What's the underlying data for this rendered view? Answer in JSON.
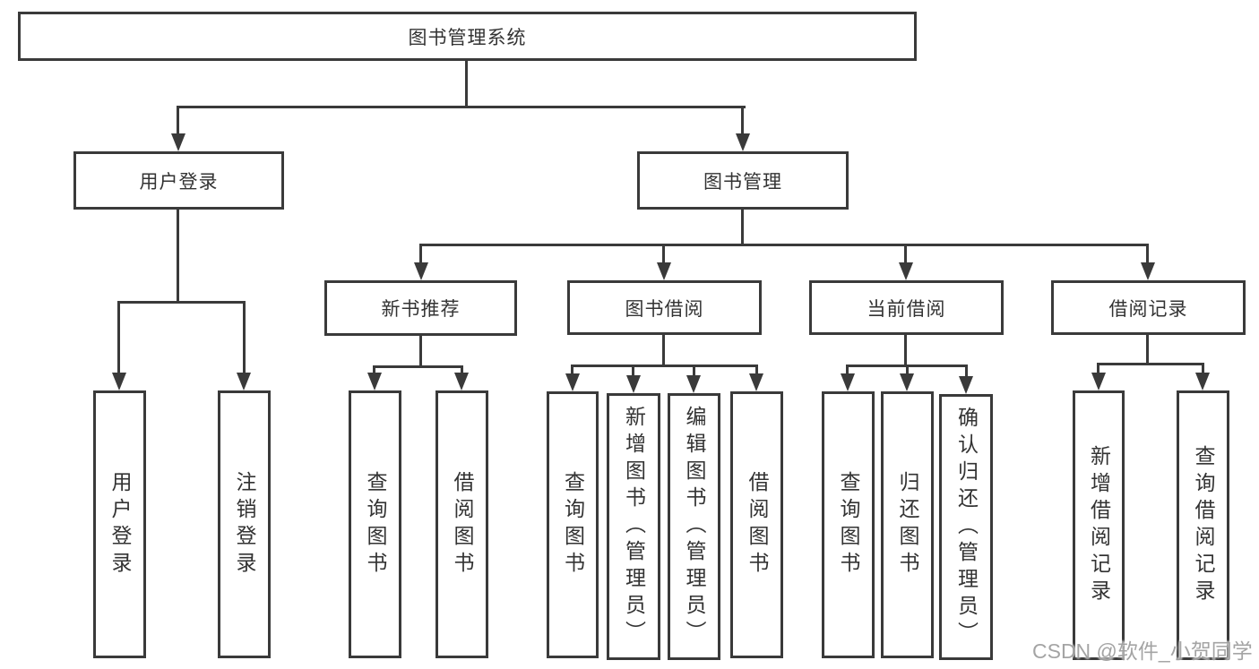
{
  "diagram": {
    "title": "图书管理系统",
    "watermark": "CSDN @软件_小贺同学",
    "colors": {
      "line": "#3a3a3a",
      "text": "#333333",
      "background": "#ffffff",
      "watermark": "#949494"
    },
    "root": {
      "label": "图书管理系统"
    },
    "level2": [
      {
        "label": "用户登录"
      },
      {
        "label": "图书管理"
      }
    ],
    "level3": [
      {
        "label": "新书推荐"
      },
      {
        "label": "图书借阅"
      },
      {
        "label": "当前借阅"
      },
      {
        "label": "借阅记录"
      }
    ],
    "leaves": {
      "user_login": [
        "用户登录",
        "注销登录"
      ],
      "new_book": [
        "查询图书",
        "借阅图书"
      ],
      "book_borrow": [
        "查询图书",
        "新增图书（管理员）",
        "编辑图书（管理员）",
        "借阅图书"
      ],
      "current_borrow": [
        "查询图书",
        "归还图书",
        "确认归还（管理员）"
      ],
      "borrow_record": [
        "新增借阅记录",
        "查询借阅记录"
      ]
    }
  }
}
